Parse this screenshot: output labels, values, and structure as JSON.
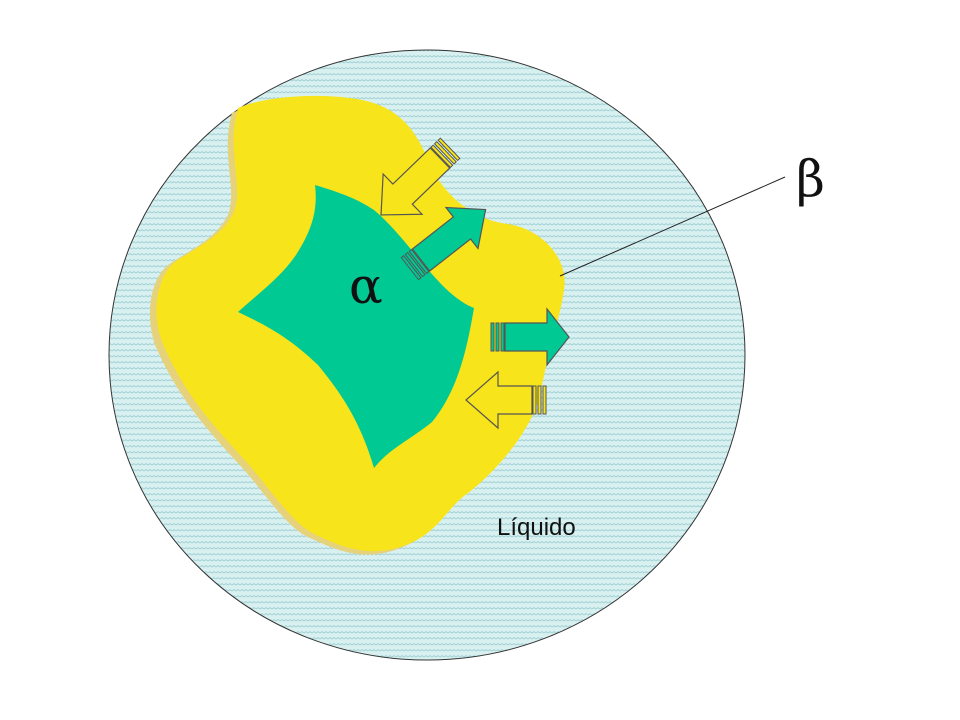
{
  "labels": {
    "alpha": "α",
    "beta": "β",
    "liquid": "Líquido"
  },
  "colors": {
    "liquid_fill": "#d8f0f0",
    "liquid_pattern": "#9fd0d4",
    "beta_phase": "#f8e41a",
    "beta_shadow": "#e8d070",
    "alpha_phase": "#00c994",
    "arrow_outline": "#555555",
    "outline": "#222222"
  },
  "icons": {
    "inward_arrow": "hollow-yellow-arrow-icon",
    "outward_arrow": "solid-green-arrow-icon"
  }
}
